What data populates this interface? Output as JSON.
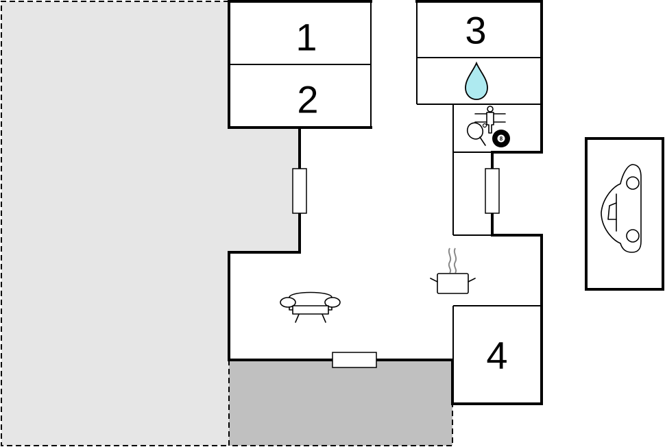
{
  "colors": {
    "background": "#ffffff",
    "garden_area": "#e6e6e6",
    "terrace_area": "#c0c0c0",
    "wall": "#000000",
    "water_drop": "#aeeaf0"
  },
  "rooms": [
    {
      "id": "room-1",
      "label": "1"
    },
    {
      "id": "room-2",
      "label": "2"
    },
    {
      "id": "room-3",
      "label": "3"
    },
    {
      "id": "room-4",
      "label": "4"
    }
  ],
  "icons": [
    "water-drop-icon",
    "table-football-icon",
    "table-tennis-icon",
    "billiard-ball-icon",
    "sofa-icon",
    "cooking-pot-icon",
    "car-icon"
  ],
  "billiard_ball_number": "8"
}
